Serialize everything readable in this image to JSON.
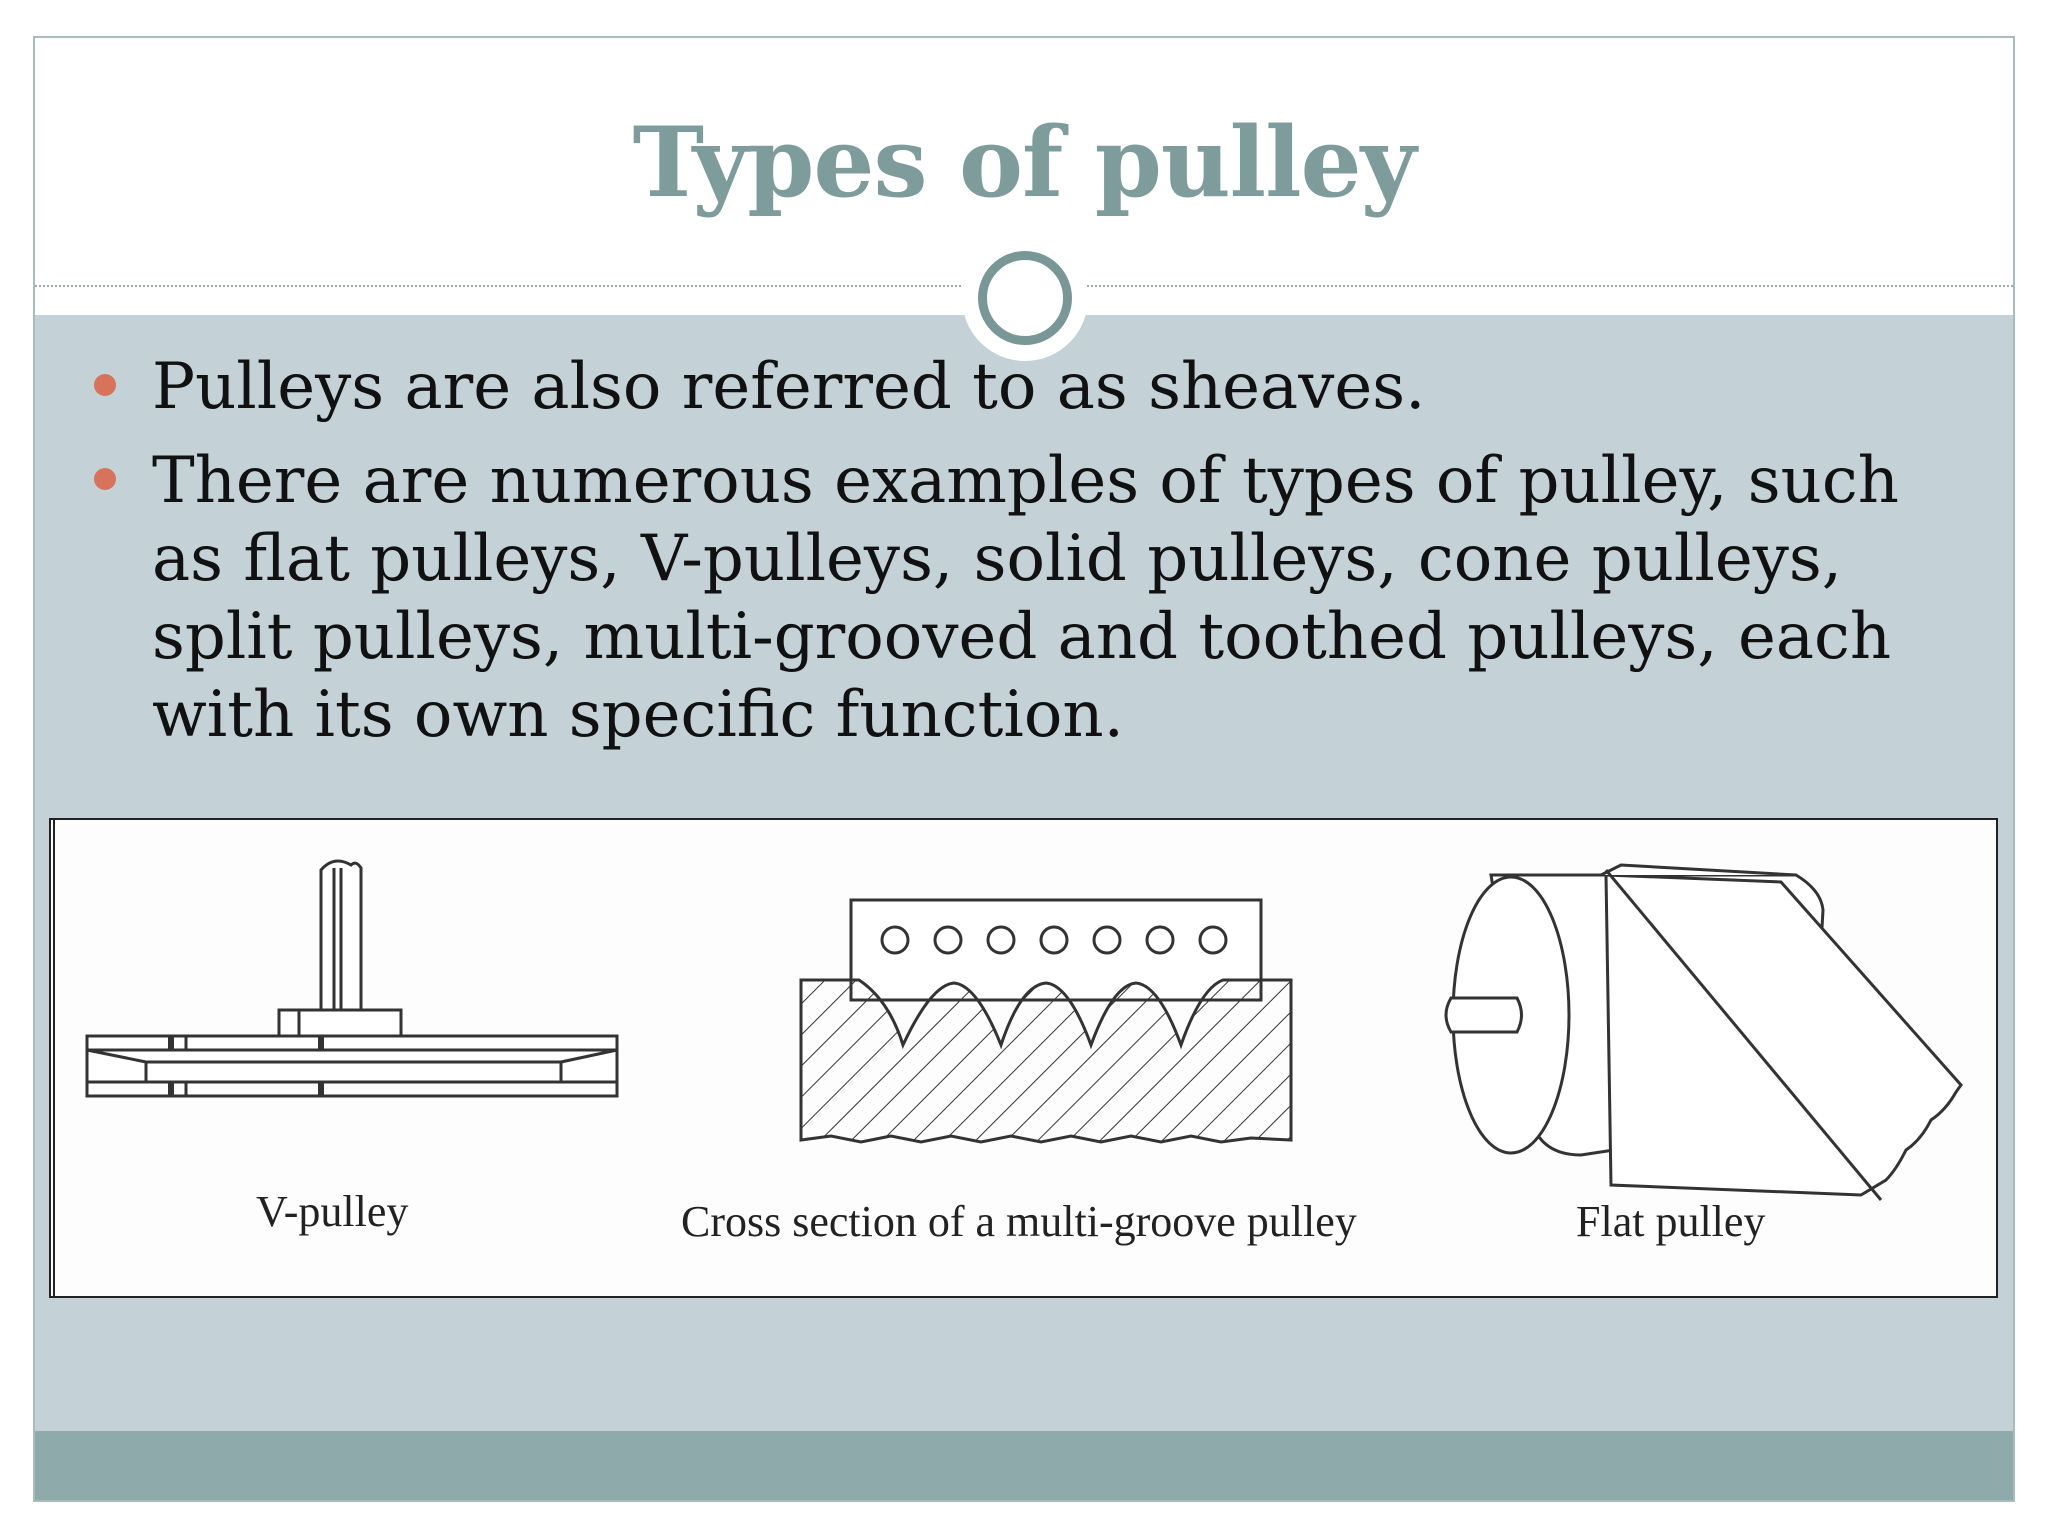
{
  "slide": {
    "title": "Types of pulley",
    "bullets": [
      "Pulleys are also referred to as sheaves.",
      "There are numerous examples of types of pulley, such as flat pulleys, V-pulleys, solid pulleys, cone pulleys, split pulleys, multi-grooved and toothed pulleys, each with its own specific function."
    ],
    "figure": {
      "captions": {
        "v_pulley": "V-pulley",
        "multi_groove": "Cross section of a multi-groove pulley",
        "flat_pulley": "Flat pulley"
      }
    }
  },
  "colors": {
    "title": "#7f9c9c",
    "body_background": "#c4d1d6",
    "footer_bar": "#8eaaaa",
    "bullet_dot": "#d6735a",
    "ring": "#7a9797"
  }
}
